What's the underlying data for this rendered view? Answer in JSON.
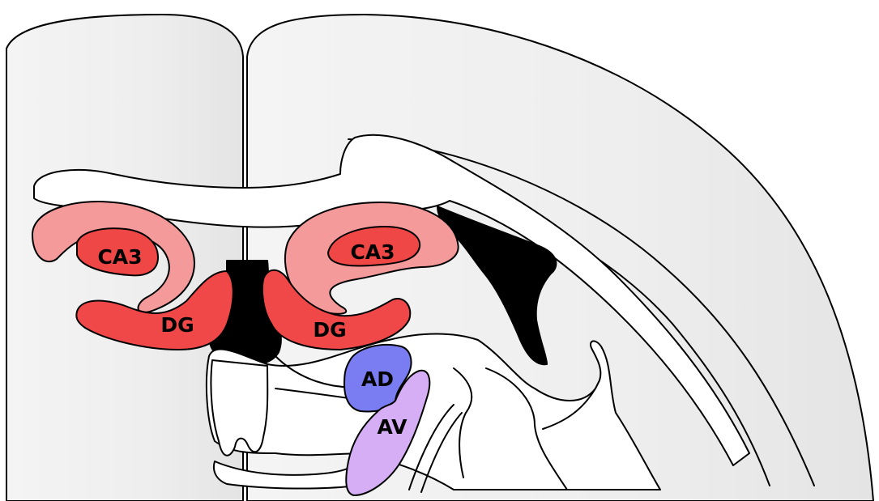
{
  "colors": {
    "tissue": "#efefef",
    "white_matter": "#ffffff",
    "ventricle": "#000000",
    "ca3_outer": "#f59a9a",
    "ca3_inner": "#ef4646",
    "dg": "#f04848",
    "ad": "#7a7cf2",
    "av": "#d6aef5"
  },
  "regions": [
    {
      "id": "ca3-left",
      "label": "CA3"
    },
    {
      "id": "ca3-right",
      "label": "CA3"
    },
    {
      "id": "dg-left",
      "label": "DG"
    },
    {
      "id": "dg-right",
      "label": "DG"
    },
    {
      "id": "ad",
      "label": "AD"
    },
    {
      "id": "av",
      "label": "AV"
    }
  ]
}
